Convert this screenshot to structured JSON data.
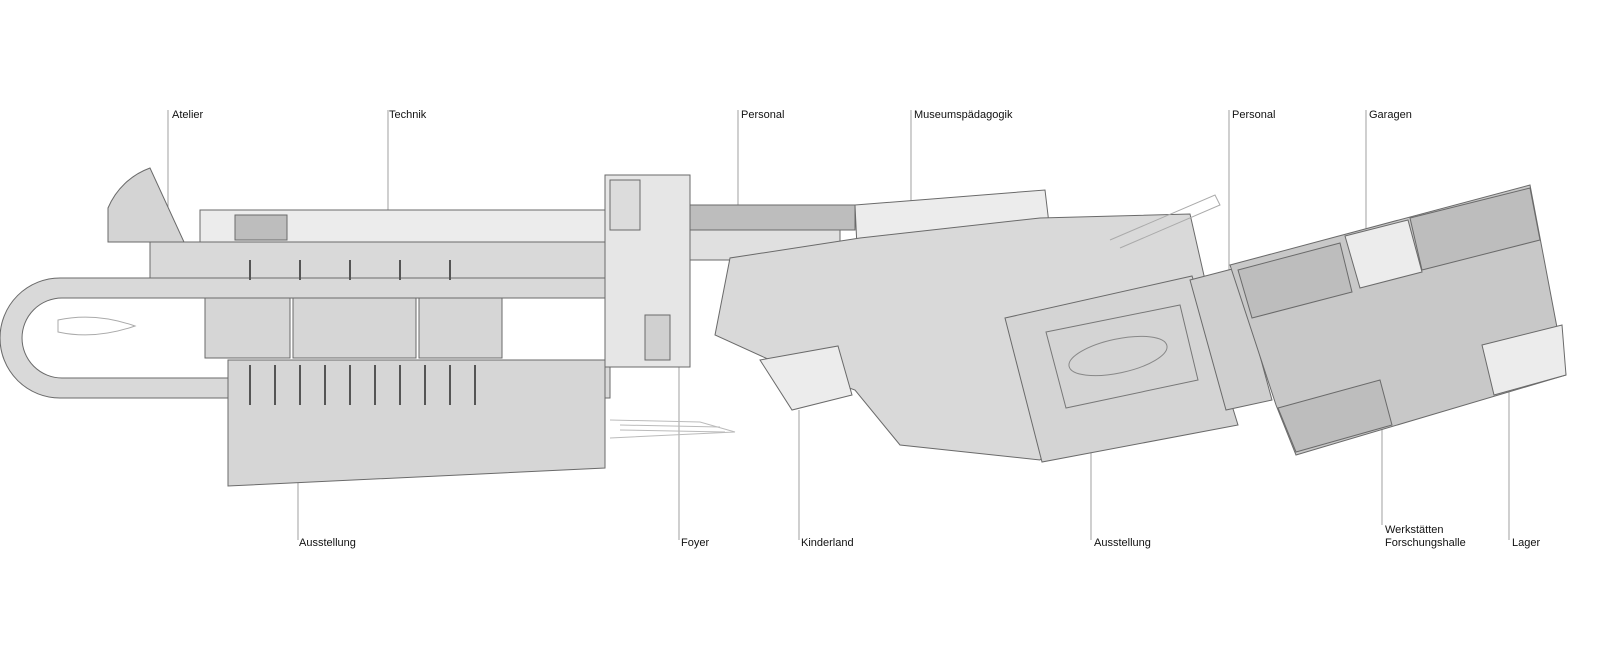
{
  "labels_top": [
    {
      "id": "atelier",
      "text": "Atelier"
    },
    {
      "id": "technik",
      "text": "Technik"
    },
    {
      "id": "personal-1",
      "text": "Personal"
    },
    {
      "id": "museumspaedagogik",
      "text": "Museumspädagogik"
    },
    {
      "id": "personal-2",
      "text": "Personal"
    },
    {
      "id": "garagen",
      "text": "Garagen"
    }
  ],
  "labels_bottom": [
    {
      "id": "ausstellung-1",
      "text": "Ausstellung"
    },
    {
      "id": "foyer",
      "text": "Foyer"
    },
    {
      "id": "kinderland",
      "text": "Kinderland"
    },
    {
      "id": "ausstellung-2",
      "text": "Ausstellung"
    },
    {
      "id": "werkstaetten",
      "text": "Werkstätten",
      "text2": "Forschungshalle"
    },
    {
      "id": "lager",
      "text": "Lager"
    }
  ],
  "colors": {
    "light": "#ececec",
    "mid": "#d9d9d9",
    "dark": "#c6c6c6",
    "line": "#6a6a6a"
  }
}
